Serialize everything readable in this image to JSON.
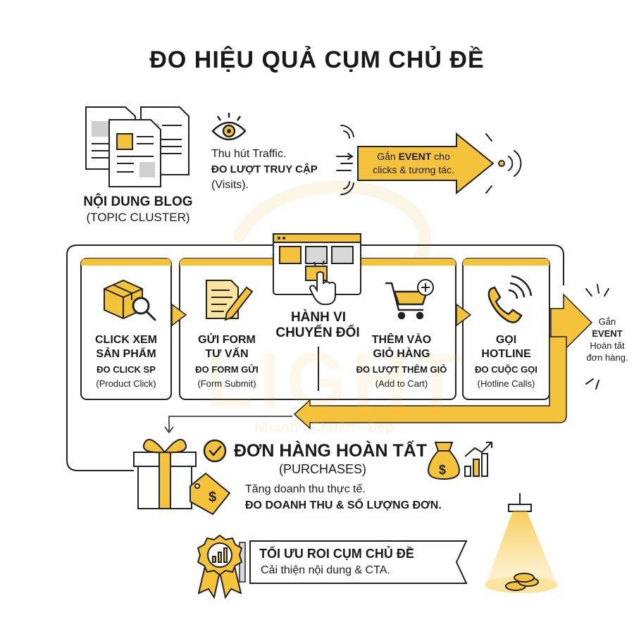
{
  "title": "ĐO HIỆU QUẢ CỤM CHỦ ĐỀ",
  "blog": {
    "label": "NỘI DUNG BLOG",
    "sub": "(TOPIC CLUSTER)",
    "traffic_line1": "Thu hút Traffic.",
    "traffic_line2": "ĐO LƯỢT TRUY CẬP",
    "traffic_line3": "(Visits)."
  },
  "event_arrow": {
    "line1_pre": "Gắn ",
    "line1_bold": "EVENT",
    "line1_post": " cho",
    "line2": "clicks & tương tác."
  },
  "center": {
    "line1": "HÀNH VI",
    "line2": "CHUYỂN ĐỔI"
  },
  "steps": [
    {
      "title1": "CLICK XEM",
      "title2": "SẢN PHẨM",
      "metric": "ĐO CLICK SP",
      "note": "(Product Click)"
    },
    {
      "title1": "GỬI FORM",
      "title2": "TƯ VẤN",
      "metric": "ĐO FORM GỬI",
      "note": "(Form Submit)"
    },
    {
      "title1": "THÊM VÀO",
      "title2": "GIỎ HÀNG",
      "metric": "ĐO LƯỢT THÊM GIỎ",
      "note": "(Add to Cart)"
    },
    {
      "title1": "GỌI",
      "title2": "HOTLINE",
      "metric": "ĐO CUỘC GỌI",
      "note": "(Hotline Calls)"
    }
  ],
  "side_event": {
    "line1": "Gắn",
    "line2": "EVENT",
    "line3": "Hoàn tất",
    "line4": "đơn hàng."
  },
  "purchase": {
    "title": "ĐƠN HÀNG HOÀN TẤT",
    "sub": "(PURCHASES)",
    "line1": "Tăng doanh thu thực tế.",
    "line2": "ĐO DOANH THU & SỐ LƯỢNG ĐƠN."
  },
  "roi": {
    "title": "TỐI ƯU ROI CỤM CHỦ ĐỀ",
    "sub": "Cải thiện nội dung & CTA."
  },
  "watermark": {
    "brand": "LIGHT",
    "slogan": "Nhanh - Chuẩn - Đẹp"
  },
  "colors": {
    "accent": "#f5c33b",
    "ink": "#1a1a1a",
    "soft": "#fbe3a0"
  },
  "icons": [
    "document-icon",
    "eye-icon",
    "box-icon",
    "magnifier-icon",
    "form-icon",
    "pen-icon",
    "browser-icon",
    "hand-pointer-icon",
    "cart-icon",
    "plus-icon",
    "phone-icon",
    "gift-icon",
    "price-tag-icon",
    "check-circle-icon",
    "money-bag-icon",
    "bar-chart-icon",
    "award-badge-icon",
    "spotlight-icon",
    "coins-icon"
  ]
}
